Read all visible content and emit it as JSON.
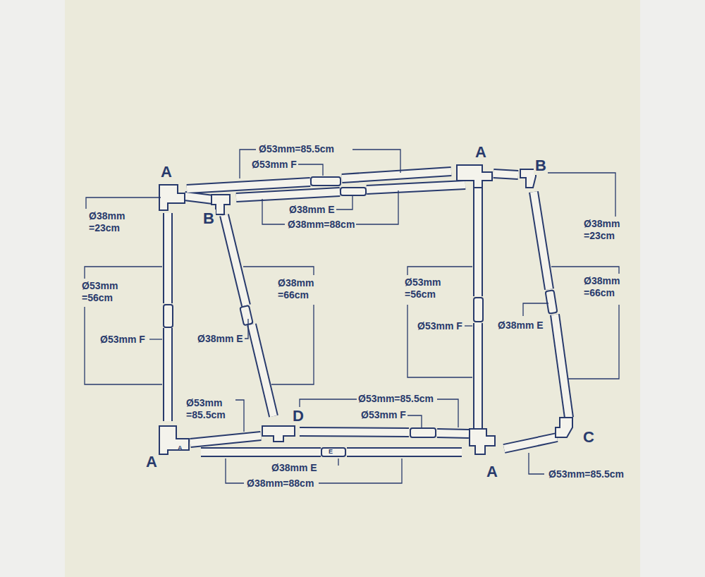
{
  "diagram": {
    "labels": [
      "Ø53mm=85.5cm",
      "A",
      "A",
      "B",
      "Ø53mm F",
      "Ø38mm =23cm",
      "B",
      "Ø38mm E",
      "Ø38mm=88cm",
      "Ø38mm =23cm",
      "Ø53mm =56cm",
      "Ø38mm =66cm",
      "Ø53mm =56cm",
      "Ø38mm =66cm",
      "Ø53mm F",
      "Ø38mm E",
      "Ø53mm F",
      "Ø38mm E",
      "Ø53mm =85.5cm",
      "D",
      "Ø53mm=85.5cm",
      "Ø53mm F",
      "C",
      "A",
      "A",
      "Ø38mm E",
      "Ø38mm=88cm",
      "Ø53mm=85.5cm",
      "A",
      "E"
    ]
  }
}
